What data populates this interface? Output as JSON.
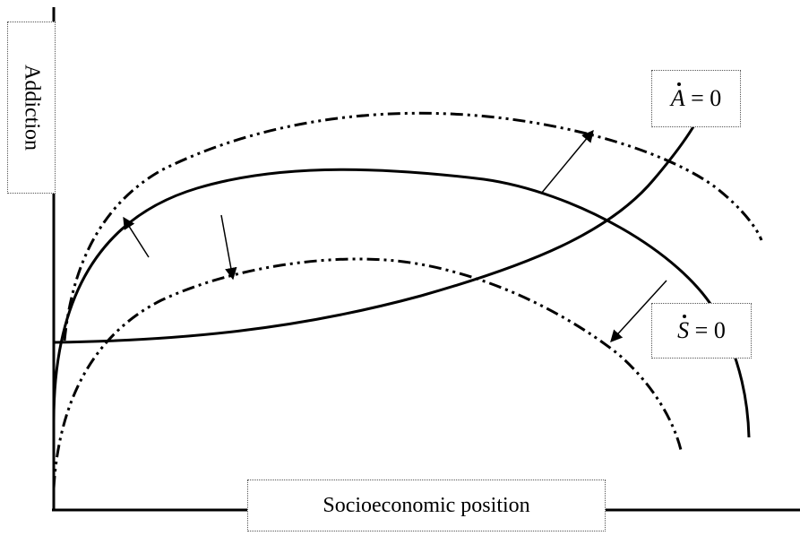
{
  "axes": {
    "ylabel": "Addiction",
    "xlabel": "Socioeconomic position"
  },
  "curves": [
    {
      "id": "a-dot-zero",
      "label_var": "A",
      "label_rhs": "= 0"
    },
    {
      "id": "s-dot-zero",
      "label_var": "S",
      "label_rhs": "= 0"
    }
  ],
  "colors": {
    "stroke": "#000000",
    "label_border": "#555555",
    "background": "#ffffff"
  }
}
